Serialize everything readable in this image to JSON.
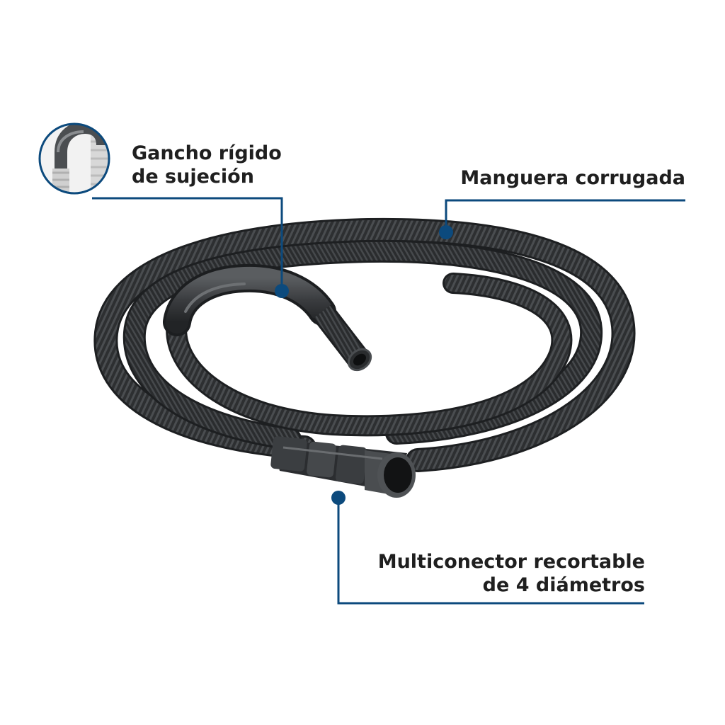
{
  "callouts": {
    "gancho": {
      "line1": "Gancho rígido",
      "line2": "de sujeción"
    },
    "manguera": {
      "line1": "Manguera corrugada"
    },
    "multiconector": {
      "line1": "Multiconector recortable",
      "line2": "de 4 diámetros"
    }
  },
  "colors": {
    "callout_line": "#0c4a7d",
    "label_text": "#1f1f1f",
    "hose": "#2b2d2f",
    "background": "#ffffff"
  },
  "icons": {
    "inset": "hook-detail-icon"
  }
}
